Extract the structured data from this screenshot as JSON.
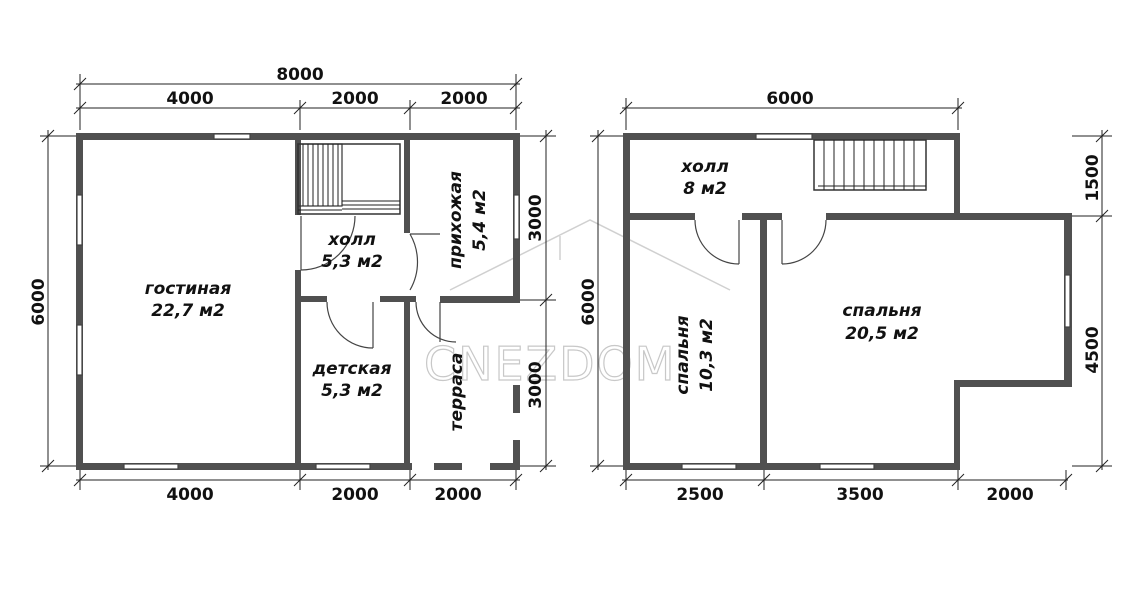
{
  "watermark": "CNEZDOM",
  "floor1": {
    "dimensions": {
      "total_width": "8000",
      "top_segments": [
        "4000",
        "2000",
        "2000"
      ],
      "bottom_segments": [
        "4000",
        "2000",
        "2000"
      ],
      "left_height": "6000",
      "right_upper": "3000",
      "right_lower": "3000"
    },
    "rooms": {
      "living": {
        "name": "гостиная",
        "area": "22,7 м2"
      },
      "hall": {
        "name": "холл",
        "area": "5,3 м2"
      },
      "entry": {
        "name": "прихожая",
        "area": "5,4 м2"
      },
      "kids": {
        "name": "детская",
        "area": "5,3 м2"
      },
      "terrace": {
        "name": "терраса"
      }
    }
  },
  "floor2": {
    "dimensions": {
      "top": "6000",
      "left_height": "6000",
      "right_upper": "1500",
      "right_lower": "4500",
      "bottom_segments": [
        "2500",
        "3500",
        "2000"
      ]
    },
    "rooms": {
      "hall": {
        "name": "холл",
        "area": "8 м2"
      },
      "bedroom_small": {
        "name": "спальня",
        "area": "10,3 м2"
      },
      "bedroom_large": {
        "name": "спальня",
        "area": "20,5 м2"
      }
    }
  }
}
